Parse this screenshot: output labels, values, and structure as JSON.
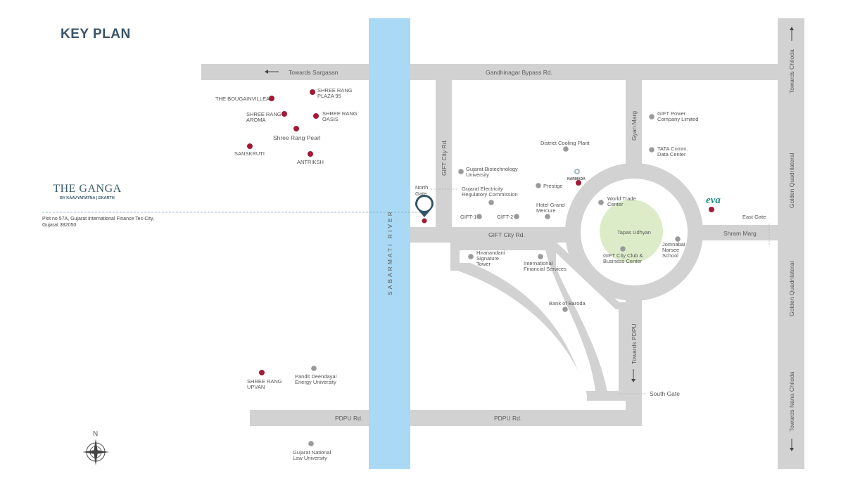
{
  "title": "KEY PLAN",
  "project": {
    "name": "THE GANGA",
    "developer": "BY KAAVYARATNA | EKARTH",
    "address_line1": "Plot no 57A, Gujarat International Finance Tec-City,",
    "address_line2": "Gujarat 382050"
  },
  "eva_logo": "eva",
  "river_label": "SABARMATI RIVER",
  "roads": {
    "gandhinagar_bypass": "Gandhinagar Bypass Rd.",
    "towards_sargasan": "Towards Sargasan",
    "gift_city_rd_v": "GIFT City Rd.",
    "gift_city_rd_h": "GIFT City Rd.",
    "gyan_marg": "Gyan Marg",
    "shram_marg": "Shram Marg",
    "towards_pdpu": "Towards PDPU",
    "pdpu_rd_1": "PDPU Rd.",
    "pdpu_rd_2": "PDPU Rd.",
    "golden_quadrilateral_1": "Golden Quadrilateral",
    "golden_quadrilateral_2": "Golden Quadrilateral",
    "towards_chiloda": "Towards Chiloda",
    "towards_nana_chiloda": "Towards Nana Chiloda"
  },
  "gates": {
    "north_gate_1": "North",
    "north_gate_2": "Gate",
    "east_gate": "East Gate",
    "south_gate": "South Gate"
  },
  "park_label": "Tapas Udhyan",
  "narmada_label": "NARMADA",
  "compass_label": "N",
  "colors": {
    "road": "#d2d2d2",
    "river": "#a9d9f4",
    "park": "#dcecc8",
    "marker_red": "#a31a36",
    "marker_grey": "#9a9a9a",
    "title": "#3c5468",
    "brand": "#3b5c6b",
    "pin": "#2f5566"
  },
  "places_red": {
    "bougainvillea": "THE BOUGAINVILLEA",
    "shree_rang_plaza_1": "SHREE RANG",
    "shree_rang_plaza_2": "PLAZA 95",
    "shree_rang_aroma_1": "SHREE RANG",
    "shree_rang_aroma_2": "AROMA",
    "shree_rang_oasis_1": "SHREE RANG",
    "shree_rang_oasis_2": "OASIS",
    "shree_rang_pearl": "Shree Rang Pearl",
    "sanskruti": "SANSKRUTI",
    "antriksh": "ANTRIKSH",
    "shree_rang_upvan_1": "SHREE RANG",
    "shree_rang_upvan_2": "UPVAN",
    "prestige": "Prestige"
  },
  "places_grey": {
    "gift_power_1": "GIFT Power",
    "gift_power_2": "Company Limited",
    "tata_1": "TATA Comm.",
    "tata_2": "Data Center",
    "district_cooling": "District Cooling Plant",
    "gujarat_biotech_1": "Gujarat Biotechnology",
    "gujarat_biotech_2": "University",
    "gerc_1": "Gujarat Electricity",
    "gerc_2": "Regulatory Commission",
    "hotel_grand_1": "Hotel Grand",
    "hotel_grand_2": "Mercure",
    "gift1": "GIFT-1",
    "gift2": "GIFT-2",
    "wtc_1": "World Trade",
    "wtc_2": "Center",
    "gift_club_1": "GIFT City Club &",
    "gift_club_2": "Business Center",
    "jomnabai_1": "Jomnabai",
    "jomnabai_2": "Narsee",
    "jomnabai_3": "School",
    "hiranandani_1": "Hiranandani",
    "hiranandani_2": "Signature",
    "hiranandani_3": "Tower",
    "ifs_1": "International",
    "ifs_2": "Financial Services",
    "bank_of_baroda": "Bank of Baroda",
    "pdeu_1": "Pandit Deendayal",
    "pdeu_2": "Energy University",
    "gnlu_1": "Gujarat National",
    "gnlu_2": "Law University"
  }
}
